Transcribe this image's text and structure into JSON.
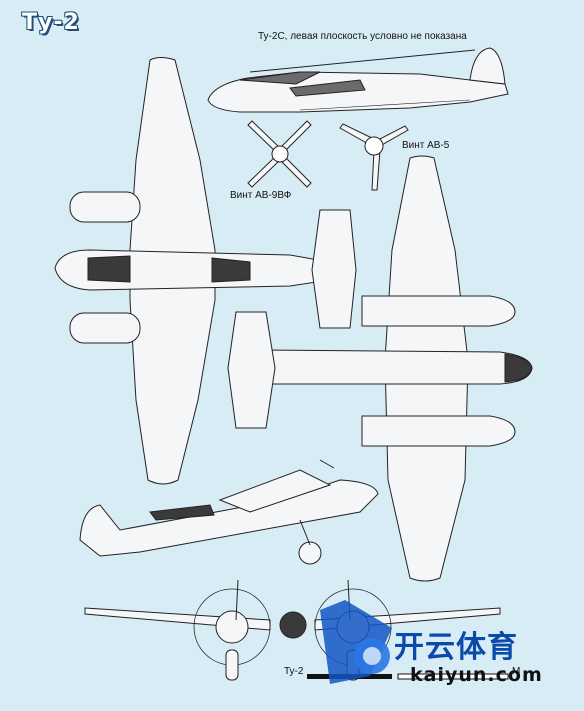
{
  "title": "Ту-2",
  "caption_top": "Ту-2С, левая плоскость условно не показана",
  "prop_label_1": "Винт АВ-9ВФ",
  "prop_label_2": "Винт АВ-5",
  "bottom_label": "Ту-2",
  "scale_label": "М",
  "watermark": {
    "brand": "开云体育",
    "url": "kaiyun.com",
    "logo_icon": "kaiyun-logo"
  },
  "colors": {
    "background": "#d8ecf6",
    "aircraft": "#f4f6f8",
    "line": "#222222",
    "canopy": "#3a3a3a",
    "watermark_blue": "#0b4aa8"
  }
}
